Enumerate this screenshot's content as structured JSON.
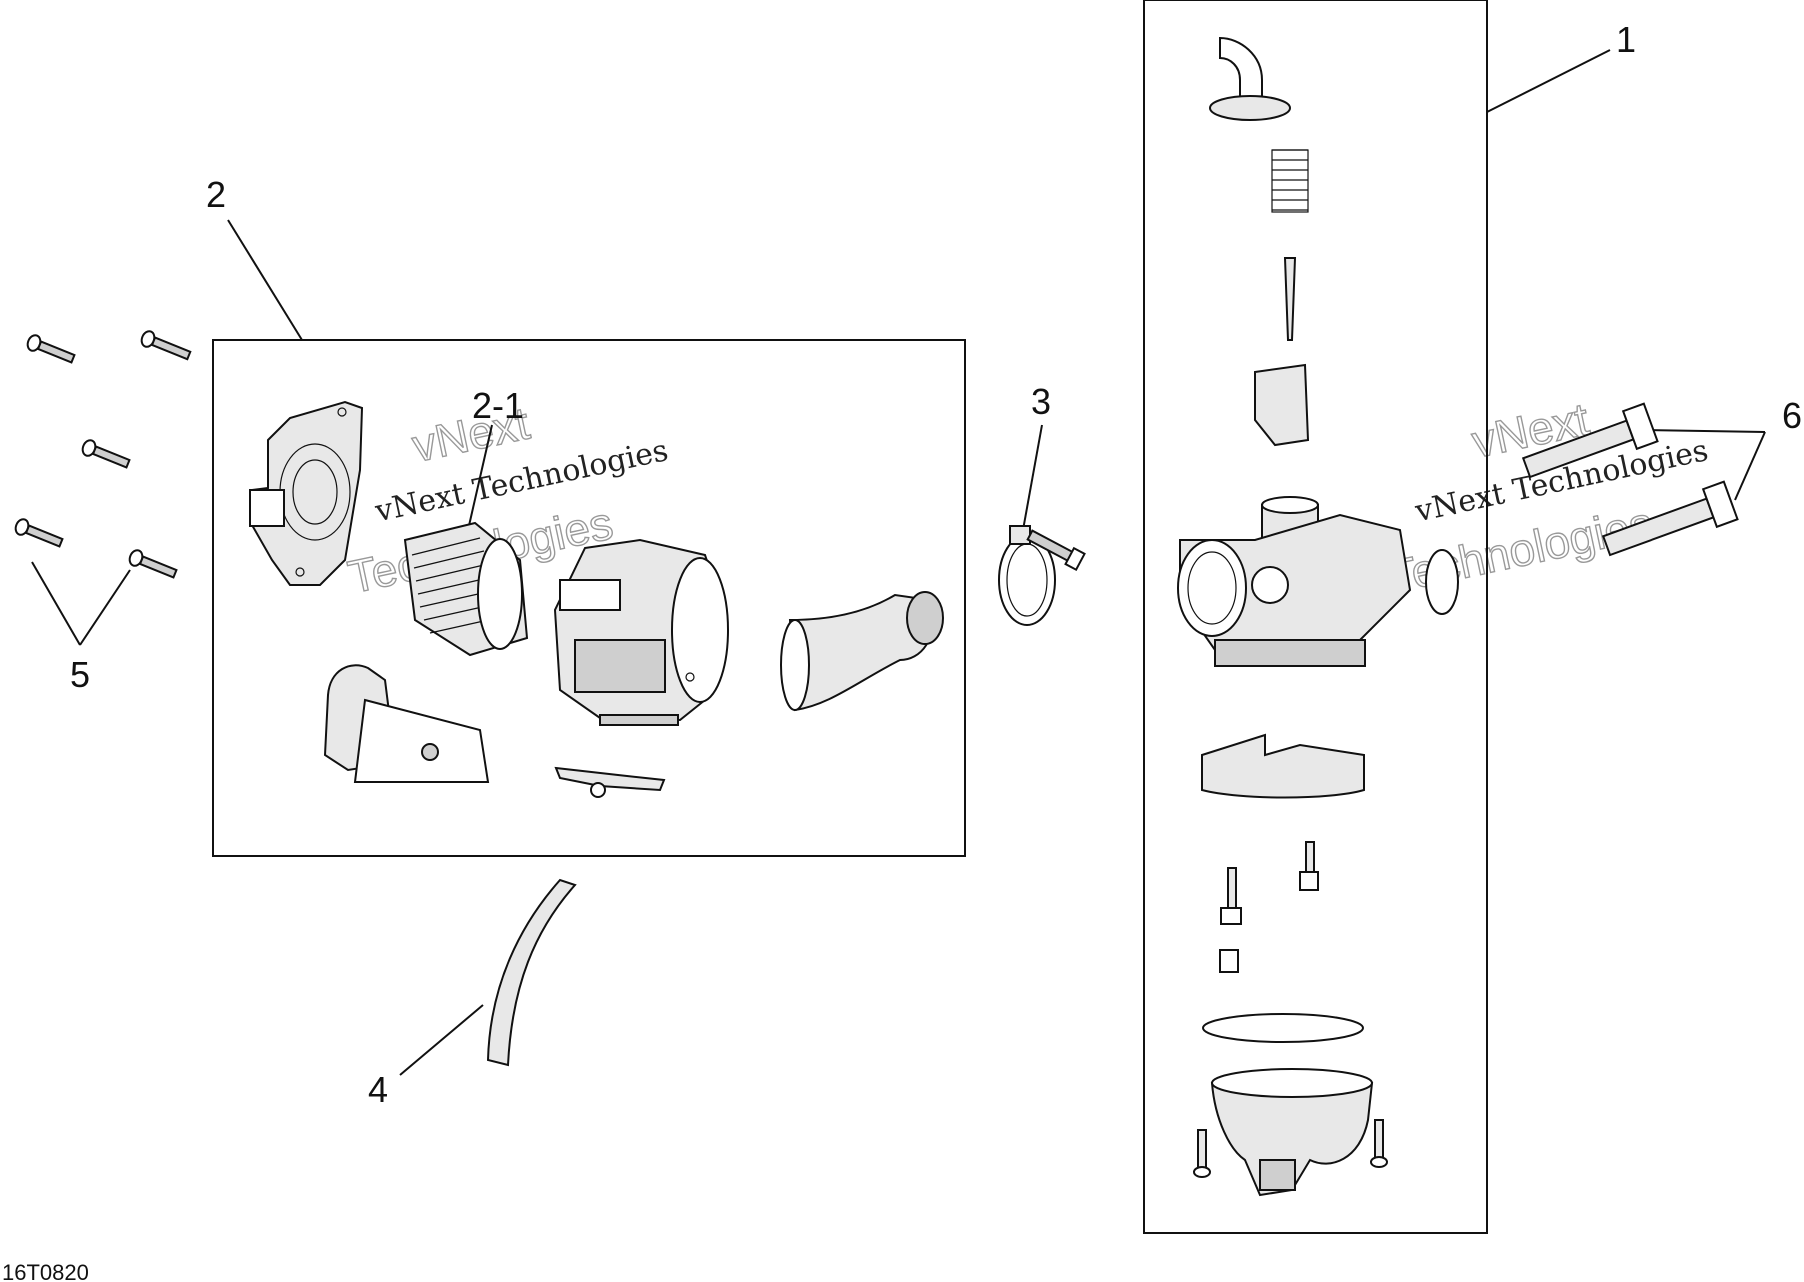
{
  "diagram": {
    "callouts": {
      "c1": "1",
      "c2": "2",
      "c2_1": "2-1",
      "c3": "3",
      "c4": "4",
      "c5": "5",
      "c6": "6"
    },
    "figure_code": "16T0820",
    "watermark": {
      "line1": "vNext",
      "line2": "vNext Technologies",
      "line3": "Technologies"
    },
    "colors": {
      "ink": "#111111",
      "background": "#ffffff",
      "watermark": "#999999"
    }
  }
}
